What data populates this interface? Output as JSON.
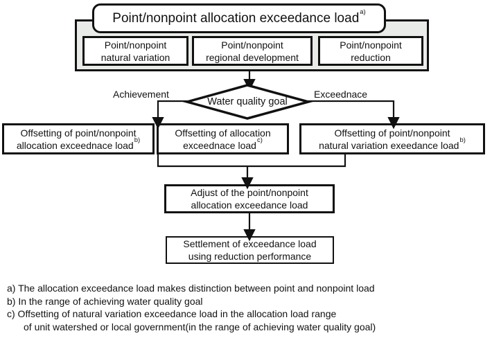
{
  "title": {
    "text": "Point/nonpoint allocation exceedance load",
    "sup": "a)"
  },
  "inputs": [
    {
      "line1": "Point/nonpoint",
      "line2": "natural variation"
    },
    {
      "line1": "Point/nonpoint",
      "line2": "regional development"
    },
    {
      "line1": "Point/nonpoint",
      "line2": "reduction"
    }
  ],
  "decision": {
    "text": "Water quality goal",
    "left_label": "Achievement",
    "right_label": "Exceednace"
  },
  "offset_boxes": [
    {
      "line1": "Offsetting of point/nonpoint",
      "line2": "allocation exceednace load",
      "sup": "b)"
    },
    {
      "line1": "Offsetting of allocation",
      "line2": "exceednace load",
      "sup": "c)"
    },
    {
      "line1": "Offsetting of point/nonpoint",
      "line2": "natural variation exeedance load",
      "sup": "b)"
    }
  ],
  "adjust_box": {
    "line1": "Adjust of the point/nonpoint",
    "line2": "allocation exceedance load"
  },
  "settlement_box": {
    "line1": "Settlement of exceedance load",
    "line2": "using reduction performance"
  },
  "footnotes": [
    "a) The allocation exceedance load makes distinction between point and nonpoint load",
    "b) In the range of achieving water quality goal",
    "c) Offsetting of natural variation exceedance load in the allocation load range",
    "of unit watershed or local government(in the range of achieving water quality goal)"
  ],
  "colors": {
    "container_bg": "#e8ebe8",
    "border": "#111111",
    "background": "#ffffff"
  }
}
